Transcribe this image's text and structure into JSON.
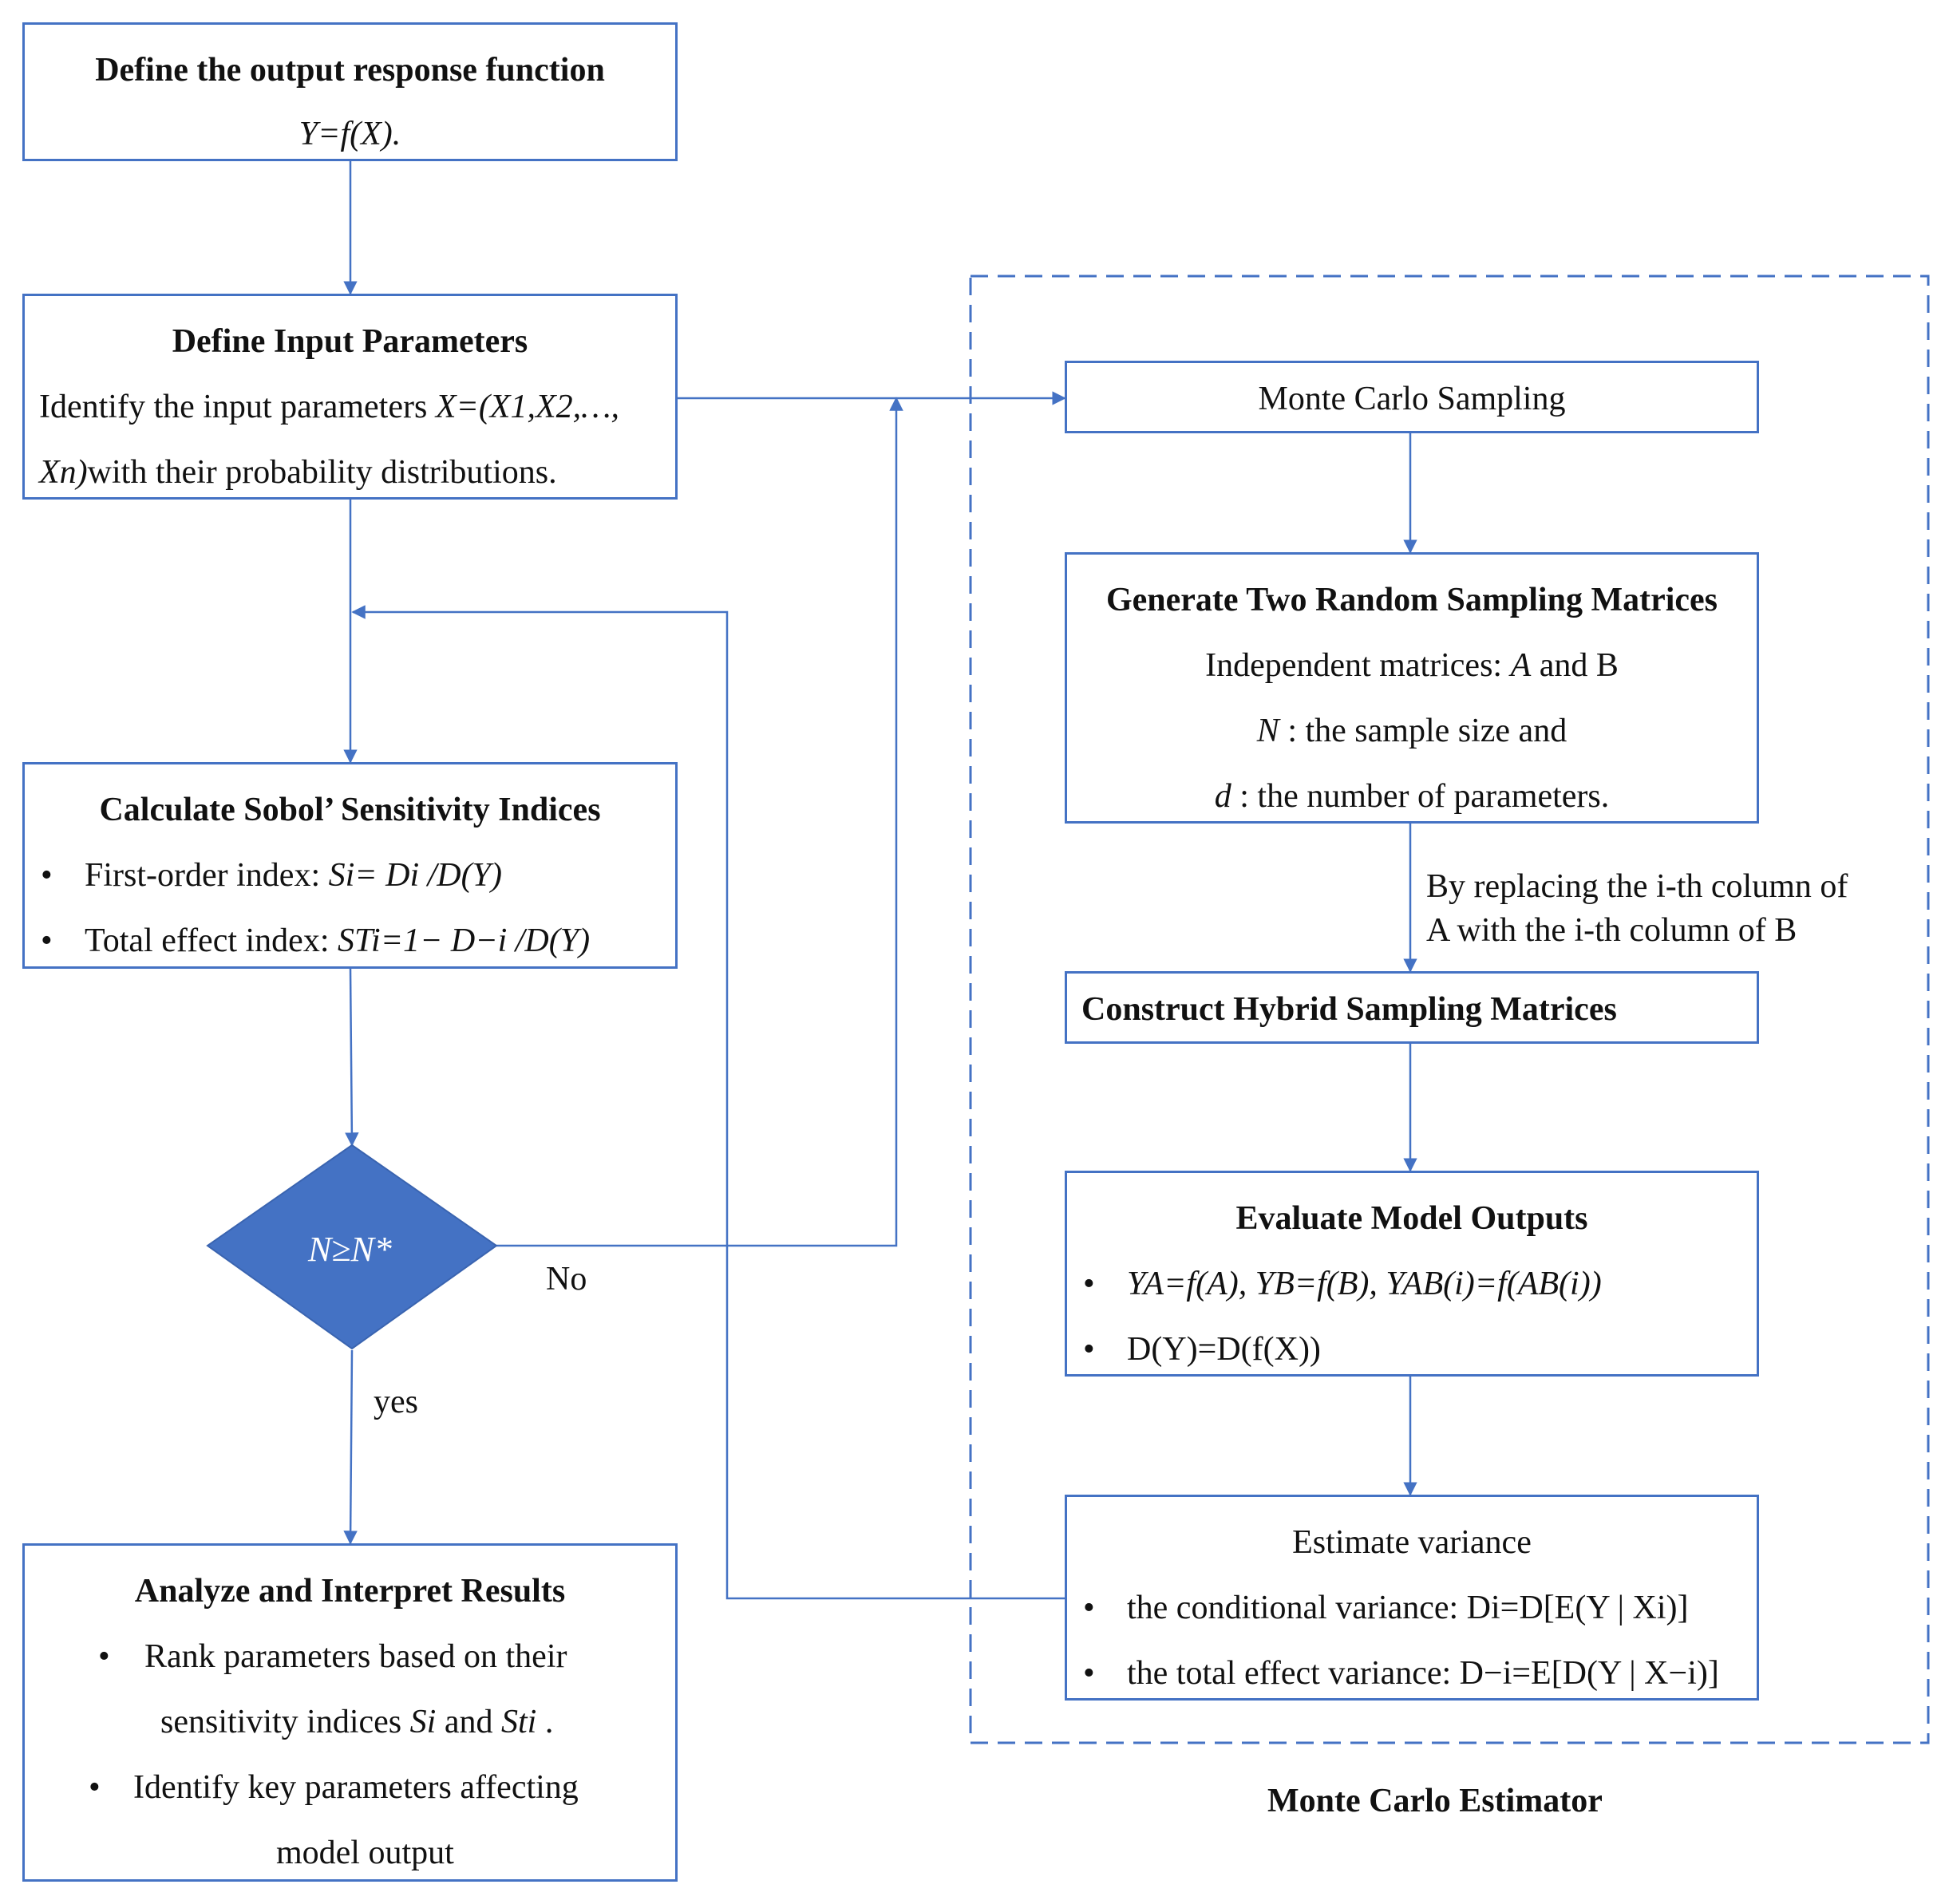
{
  "colors": {
    "stroke": "#4472c4",
    "decision_fill": "#4472c4",
    "text": "#111111"
  },
  "left": {
    "define_output": {
      "title": "Define the output response function",
      "formula": "Y=f(X)."
    },
    "define_inputs": {
      "title": "Define Input Parameters",
      "line1_text": "Identify the input parameters ",
      "line1_formula": "X=(X1,X2,…,",
      "line2_formula": "Xn)",
      "line2_text": "with their probability distributions."
    },
    "sobol": {
      "title": "Calculate Sobol’ Sensitivity Indices",
      "first_order_label": "First-order index: ",
      "first_order_formula": "Si= Di /D(Y)",
      "total_effect_label": "Total effect index: ",
      "total_effect_formula": "STi=1− D−i /D(Y)"
    },
    "decision": {
      "condition": "N≥N*",
      "no_label": "No",
      "yes_label": "yes"
    },
    "analyze": {
      "title": "Analyze and Interpret Results",
      "bullet1_line1": "Rank parameters based on their",
      "bullet1_line2_a": "sensitivity indices ",
      "bullet1_si": "Si",
      "bullet1_and": " and ",
      "bullet1_sti": "Sti",
      "bullet1_end": " .",
      "bullet2_line1": "Identify key parameters affecting",
      "bullet2_line2": "model output"
    }
  },
  "estimator": {
    "label": "Monte Carlo Estimator",
    "sampling": {
      "title": "Monte Carlo Sampling"
    },
    "generate": {
      "title": "Generate Two Random Sampling Matrices",
      "line1_text": "Independent matrices: ",
      "line1_a": "A",
      "line1_and_b": " and B",
      "line2_sym": "N",
      "line2_text": " : the sample size and",
      "line3_sym": "d",
      "line3_text": " : the number of parameters."
    },
    "replace_note": {
      "line1": "By replacing the i-th column of",
      "line2": "A with the i-th column of B"
    },
    "hybrid": {
      "title": "Construct Hybrid Sampling Matrices"
    },
    "evaluate": {
      "title": "Evaluate Model Outputs",
      "bullet1_formula": "YA=f(A), YB=f(B), YAB(i)=f(AB(i))",
      "bullet2_formula": "D(Y)=D(f(X))"
    },
    "variance": {
      "title": "Estimate variance",
      "bullet1_text": "the conditional variance: ",
      "bullet1_formula": "Di=D[E(Y | Xi)]",
      "bullet2_text": "the total effect variance: ",
      "bullet2_formula": "D−i=E[D(Y | X−i)]"
    }
  }
}
